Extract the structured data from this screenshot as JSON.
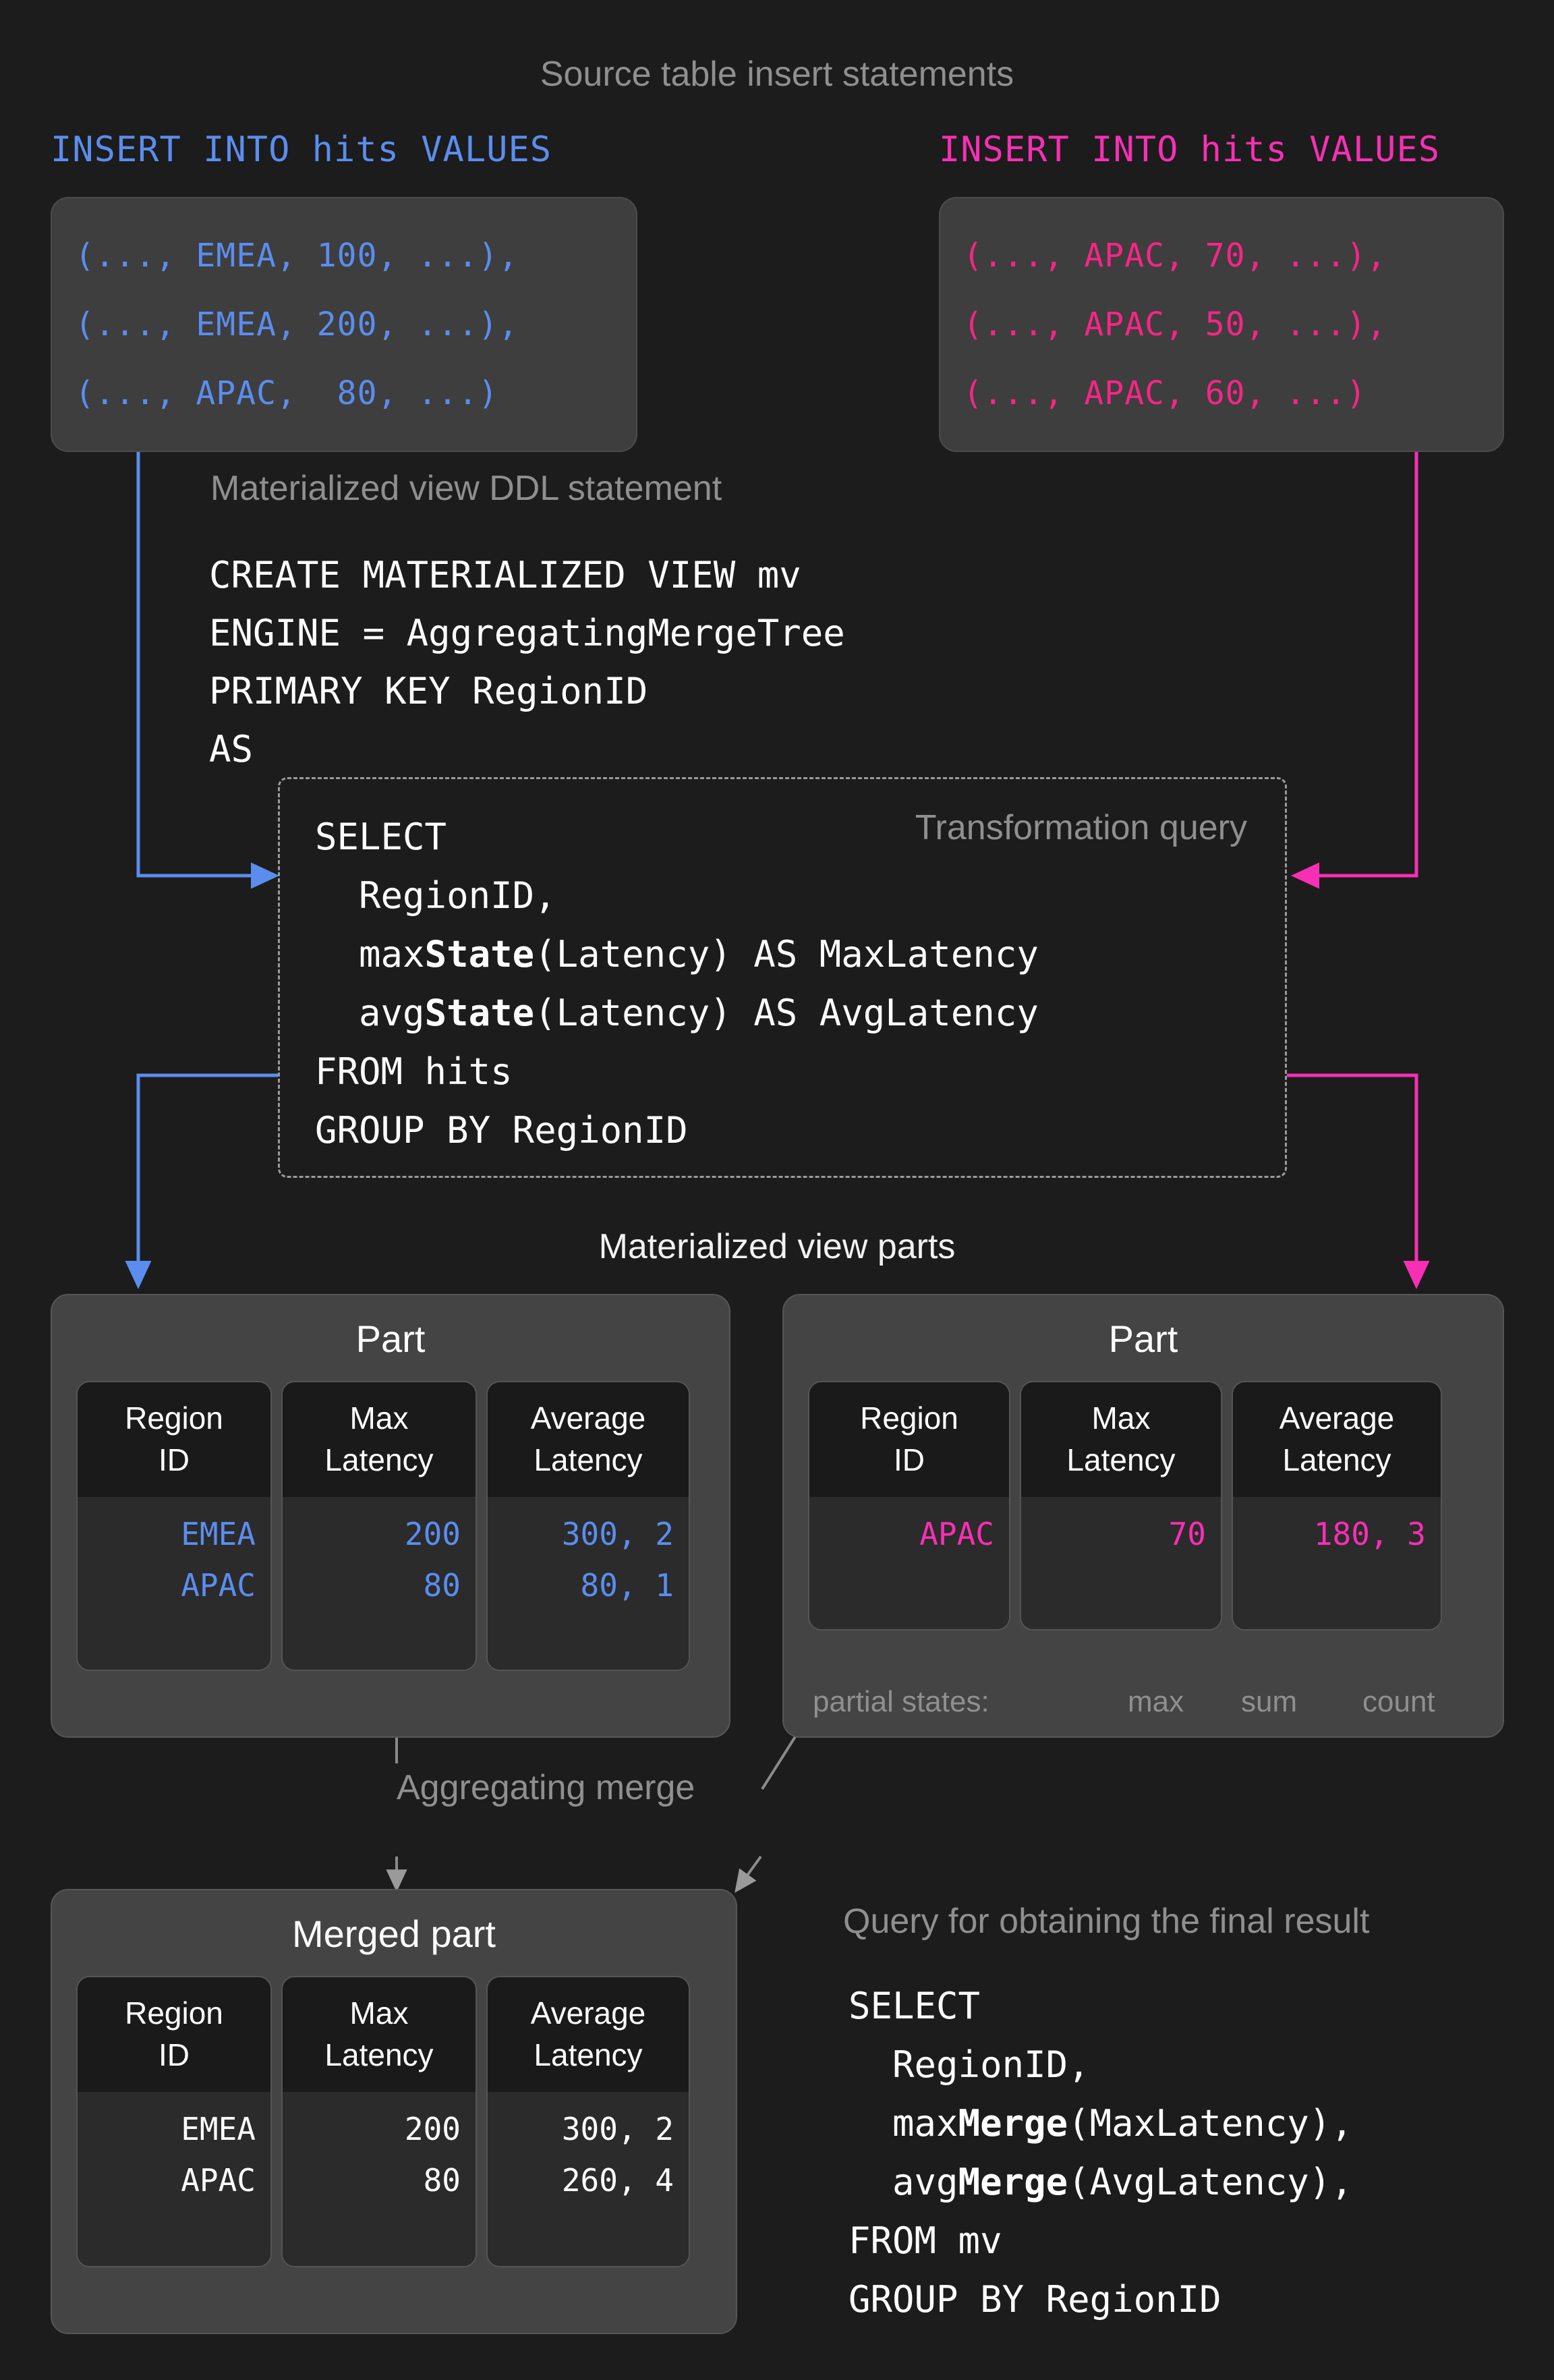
{
  "page": {
    "background": "#1c1c1c",
    "blue": "#5b8dee",
    "pink": "#f72fb4",
    "gray_caption": "#8f8f8f"
  },
  "headings": {
    "source_inserts": "Source table insert statements",
    "mv_ddl": "Materialized view DDL statement",
    "transformation_query": "Transformation query",
    "mv_parts": "Materialized view parts",
    "aggregating_merge": "Aggregating merge",
    "final_query": "Query for obtaining the final result"
  },
  "inserts": [
    {
      "color": "blue",
      "header": "INSERT INTO hits VALUES",
      "rows": [
        "(..., EMEA, 100, ...),",
        "(..., EMEA, 200, ...),",
        "(..., APAC,  80, ...)"
      ]
    },
    {
      "color": "pink",
      "header": "INSERT INTO hits VALUES",
      "rows": [
        "(..., APAC, 70, ...),",
        "(..., APAC, 50, ...),",
        "(..., APAC, 60, ...)"
      ]
    }
  ],
  "ddl": {
    "lines": [
      "CREATE MATERIALIZED VIEW mv",
      "ENGINE = AggregatingMergeTree",
      "PRIMARY KEY RegionID",
      "AS"
    ]
  },
  "transformation_query": {
    "lines": [
      {
        "pre": "SELECT",
        "bold": "",
        "post": ""
      },
      {
        "pre": "  RegionID,",
        "bold": "",
        "post": ""
      },
      {
        "pre": "  max",
        "bold": "State",
        "post": "(Latency) AS MaxLatency"
      },
      {
        "pre": "  avg",
        "bold": "State",
        "post": "(Latency) AS AvgLatency"
      },
      {
        "pre": "FROM hits",
        "bold": "",
        "post": ""
      },
      {
        "pre": "GROUP BY RegionID",
        "bold": "",
        "post": ""
      }
    ]
  },
  "parts": [
    {
      "title": "Part",
      "value_color": "blue",
      "columns": [
        {
          "header": "Region\nID",
          "cells": [
            "EMEA",
            "APAC"
          ]
        },
        {
          "header": "Max\nLatency",
          "cells": [
            "200",
            "80"
          ]
        },
        {
          "header": "Average\nLatency",
          "cells": [
            "300, 2",
            "80, 1"
          ]
        }
      ]
    },
    {
      "title": "Part",
      "value_color": "pink",
      "columns": [
        {
          "header": "Region\nID",
          "cells": [
            "APAC"
          ]
        },
        {
          "header": "Max\nLatency",
          "cells": [
            "70"
          ]
        },
        {
          "header": "Average\nLatency",
          "cells": [
            "180, 3"
          ]
        }
      ],
      "partial_states": {
        "label": "partial states:",
        "annotations": [
          "max",
          "sum",
          "count"
        ]
      }
    }
  ],
  "merged_part": {
    "title": "Merged part",
    "value_color": "white",
    "columns": [
      {
        "header": "Region\nID",
        "cells": [
          "EMEA",
          "APAC"
        ]
      },
      {
        "header": "Max\nLatency",
        "cells": [
          "200",
          "80"
        ]
      },
      {
        "header": "Average\nLatency",
        "cells": [
          "300, 2",
          "260, 4"
        ]
      }
    ]
  },
  "final_query": {
    "lines": [
      {
        "pre": "SELECT",
        "bold": "",
        "post": ""
      },
      {
        "pre": "  RegionID,",
        "bold": "",
        "post": ""
      },
      {
        "pre": "  max",
        "bold": "Merge",
        "post": "(MaxLatency),"
      },
      {
        "pre": "  avg",
        "bold": "Merge",
        "post": "(AvgLatency),"
      },
      {
        "pre": "FROM mv",
        "bold": "",
        "post": ""
      },
      {
        "pre": "GROUP BY RegionID",
        "bold": "",
        "post": ""
      }
    ]
  }
}
